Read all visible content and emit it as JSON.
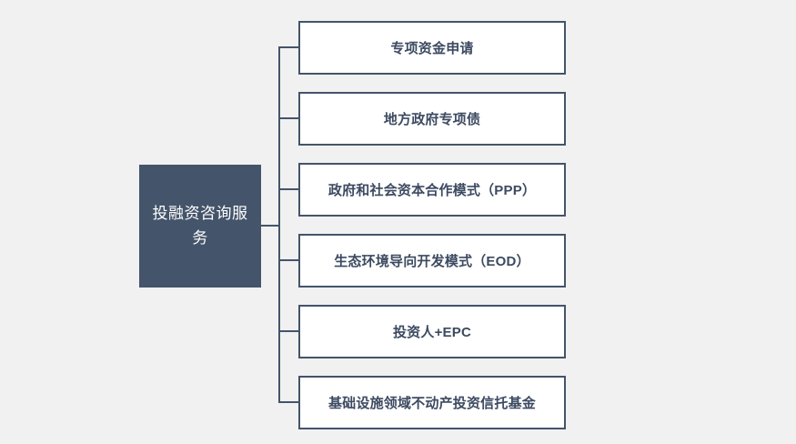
{
  "diagram": {
    "type": "tree",
    "orientation": "horizontal-right",
    "background_color": "#f1f1f1",
    "accent_color": "#44546a",
    "root": {
      "label": "投融资咨询服务",
      "fill_color": "#44546a",
      "text_color": "#ffffff"
    },
    "children": [
      {
        "label": "专项资金申请"
      },
      {
        "label": "地方政府专项债"
      },
      {
        "label": "政府和社会资本合作模式（PPP）"
      },
      {
        "label": "生态环境导向开发模式（EOD）"
      },
      {
        "label": "投资人+EPC"
      },
      {
        "label": "基础设施领域不动产投资信托基金"
      }
    ],
    "child_style": {
      "fill_color": "#ffffff",
      "border_color": "#44546a",
      "text_color": "#3c4a61"
    }
  }
}
